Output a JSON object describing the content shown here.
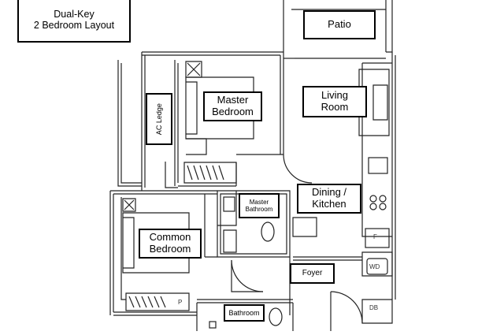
{
  "plan": {
    "title_line1": "Dual-Key",
    "title_line2": "2 Bedroom Layout",
    "rooms": {
      "patio": "Patio",
      "living_line1": "Living",
      "living_line2": "Room",
      "master_line1": "Master",
      "master_line2": "Bedroom",
      "ac_ledge": "AC Ledge",
      "master_bath_line1": "Master",
      "master_bath_line2": "Bathroom",
      "dining_line1": "Dining /",
      "dining_line2": "Kitchen",
      "common_line1": "Common",
      "common_line2": "Bedroom",
      "foyer": "Foyer",
      "bathroom": "Bathroom"
    },
    "fixtures": {
      "washer_dryer": "WD",
      "db": "DB",
      "fridge": "F",
      "pantry": "P"
    }
  }
}
